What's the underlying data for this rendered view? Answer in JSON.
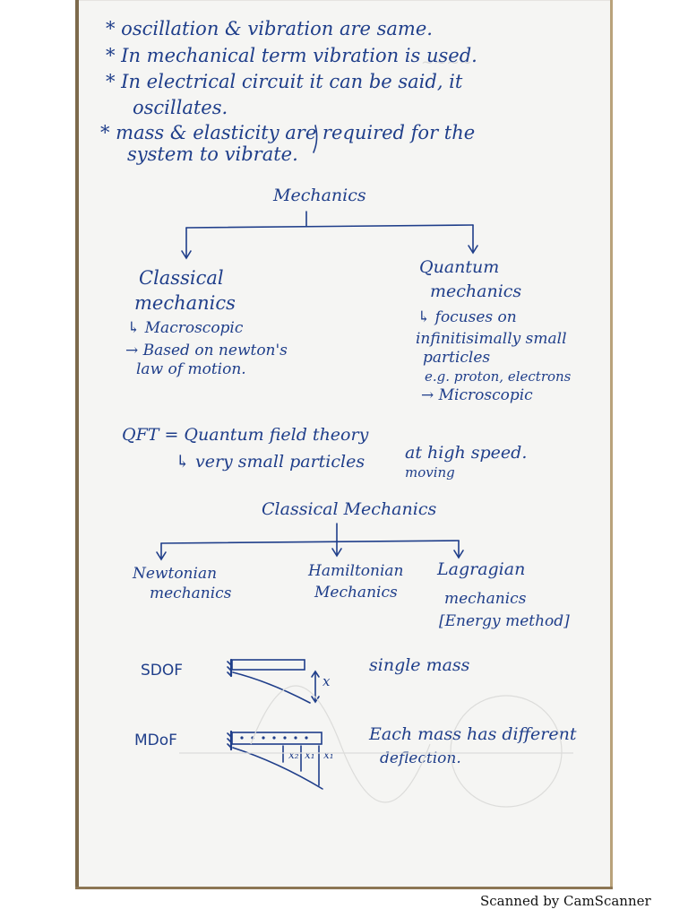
{
  "notes": {
    "line1": "* oscillation & vibration are same.",
    "line2": "* In mechanical term vibration is used.",
    "line3": "* In electrical circuit it can be said, it",
    "line3b": "oscillates.",
    "line4": "* mass & elasticity are required for the",
    "line4b": "system to vibrate."
  },
  "tree1": {
    "root": "Mechanics",
    "left": {
      "title1": "Classical",
      "title2": "mechanics",
      "sub1": "↳ Macroscopic",
      "sub2": "→ Based on newton's",
      "sub3": "law of motion."
    },
    "right": {
      "title1": "Quantum",
      "title2": "mechanics",
      "sub1": "↳ focuses on",
      "sub2": "infinitisimally small",
      "sub3": "particles",
      "sub4": "e.g. proton, electrons",
      "sub5": "→ Microscopic"
    }
  },
  "qft": {
    "line1": "QFT = Quantum field theory",
    "line2": "↳ very small particles",
    "line2b": "at high speed.",
    "inserted": "moving"
  },
  "tree2": {
    "root": "Classical Mechanics",
    "b1l1": "Newtonian",
    "b1l2": "mechanics",
    "b2l1": "Hamiltonian",
    "b2l2": "Mechanics",
    "b3l1": "Lagragian",
    "b3l2": "mechanics",
    "b3l3": "[Energy method]"
  },
  "dof": {
    "sdof_label": "SDOF",
    "sdof_x": "x",
    "sdof_desc": "single mass",
    "mdof_label": "MDoF",
    "mdof_x2": "x₂",
    "mdof_x1a": "x₁",
    "mdof_x1b": "x₁",
    "mdof_desc1": "Each mass has different",
    "mdof_desc2": "deflection."
  },
  "footer": {
    "watermark": "Scanned by CamScanner"
  },
  "colors": {
    "ink": "#1f3e8a",
    "paper": "#f5f5f3"
  }
}
